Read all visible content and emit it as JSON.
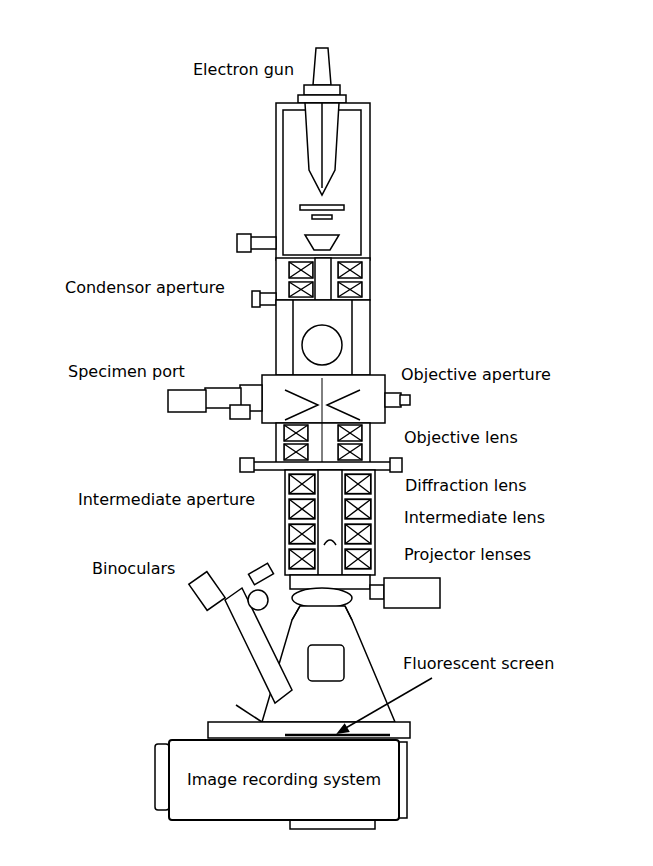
{
  "diagram": {
    "nodes": [
      {
        "text": [
          "Image recording system"
        ]
      }
    ],
    "labels": [
      "Electron gun",
      "Condensor aperture",
      "Specimen port",
      "Objective aperture",
      "Objective lens",
      "Diffraction lens",
      "Intermediate aperture",
      "Intermediate lens",
      "Projector lenses",
      "Binoculars",
      "Fluorescent screen"
    ]
  }
}
